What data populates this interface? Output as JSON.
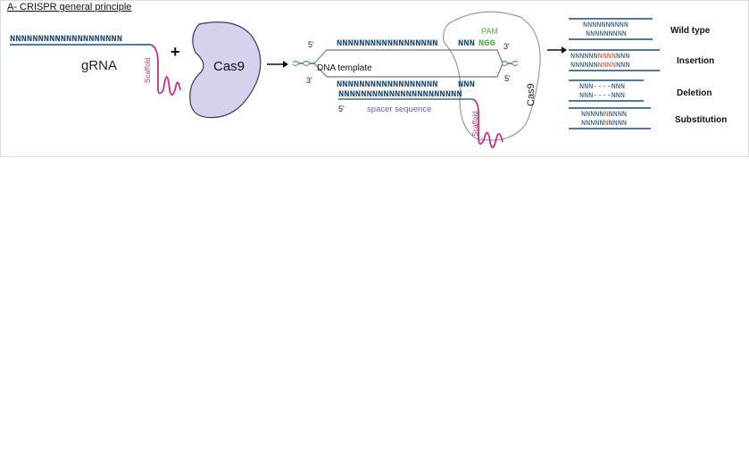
{
  "panel": {
    "title": "A- CRISPR general principle"
  },
  "grna": {
    "sequence": "NNNNNNNNNNNNNNNNNNNN",
    "label": "gRNA",
    "scaffold": "Scaffold"
  },
  "plus": "+",
  "cas9_label": "Cas9",
  "arrow1": "→",
  "complex": {
    "five_prime_top": "5'",
    "three_prime_top": "3'",
    "three_prime_left": "3'",
    "five_prime_right": "5'",
    "five_prime_bottom": "5'",
    "top_strand": "NNNNNNNNNNNNNNNNNN",
    "top_strand_nnn": "NNN",
    "pam_seq": "NGG",
    "pam_label": "PAM",
    "dna_template": "DNA template",
    "bottom_strand": "NNNNNNNNNNNNNNNNNN",
    "bottom_strand_nnn": "NNN",
    "grna_strand": "NNNNNNNNNNNNNNNNNNNNNN",
    "spacer_label": "spacer sequence",
    "scaffold": "Scaffold",
    "cas9": "Cas9"
  },
  "outcomes": [
    {
      "label": "Wild type",
      "top": "NNNNNNNNNN",
      "bottom": "NNNNNNNNN"
    },
    {
      "label": "Insertion",
      "top_a": "NNNNNN",
      "top_red": "NNNN",
      "top_b": "NNN",
      "bottom_a": "NNNNNN",
      "bottom_red": "NNNN",
      "bottom_b": "NNN"
    },
    {
      "label": "Deletion",
      "top": "NNN----NNN",
      "bottom": "NNN----NNN"
    },
    {
      "label": "Substitution",
      "top_a": "NNNNN",
      "top_red": "N",
      "top_b": "NNNN",
      "bottom_a": "NNNNN",
      "bottom_red": "N",
      "bottom_b": "NNNN"
    }
  ],
  "colors": {
    "navy": "#234a6b",
    "magenta": "#c0338f",
    "cas9_fill": "#d6d2ee",
    "cas9_stroke": "#3a3a5a",
    "pam_green": "#4fae3c",
    "spacer_purple": "#6a5fb0",
    "mutation_red": "#d64a3a",
    "helix_blue": "#5a8ab0"
  }
}
